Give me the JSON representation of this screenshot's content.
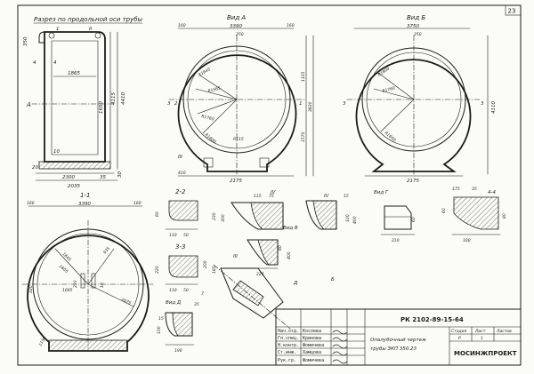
{
  "sheet": {
    "page_number": "23"
  },
  "views": {
    "pipe_section": {
      "title": "Разрез по продольной оси трубы",
      "labels": {
        "top_left": "350",
        "top_right": "1",
        "roman2": "II",
        "dim_1865": "1865",
        "dim_2300": "2300",
        "dim_2035": "2035",
        "dim_1650": "1650",
        "dim_4115": "4115",
        "dim_4410": "4410",
        "dim_10": "10",
        "dim_20": "20",
        "dim_4": "4",
        "dim_35": "35",
        "dim_30": "30",
        "mark_A": "A"
      }
    },
    "view_A": {
      "title": "Вид А",
      "labels": {
        "d3390": "3390",
        "d160l": "160",
        "d160r": "160",
        "d250": "250",
        "r1645": "R1645",
        "r1565": "R1565",
        "r1760": "R1760",
        "r1600": "R1600",
        "r115": "R115",
        "d410": "410",
        "d2175": "2175",
        "d1570": "1570",
        "d1105": "1105",
        "d3620": "3620",
        "mark_3": "3",
        "mark_2": "2",
        "mark_III": "III",
        "mark_1": "1"
      }
    },
    "view_B": {
      "title": "Вид Б",
      "labels": {
        "d3750": "3750",
        "d250": "250",
        "r1800": "R1800",
        "r1760": "R1760",
        "r1650": "R1650",
        "d2175": "2175",
        "d4110": "4110",
        "mark_3l": "3",
        "mark_3r": "3"
      }
    },
    "section_1_1": {
      "title": "1-1",
      "labels": {
        "d3390": "3390",
        "d160l": "160",
        "d160r": "160",
        "d1645": "1645",
        "d1605": "1605",
        "d935": "935",
        "d1695": "1695",
        "d2075": "2075",
        "d210": "210",
        "d320": "320",
        "d10": "10",
        "d1150": "1150"
      }
    },
    "section_2_2": {
      "title": "2-2",
      "labels": {
        "d110": "110",
        "d50": "50",
        "d230": "230",
        "d60": "60",
        "d300": "300",
        "d115": "115",
        "d75": "75",
        "mark_IV": "IV"
      }
    },
    "section_3_3": {
      "title": "3-3",
      "labels": {
        "d110": "110",
        "d50": "50",
        "d220": "220",
        "d200": "200",
        "d185": "185"
      }
    },
    "view_V": {
      "title": "Вид В",
      "labels": {
        "d60": "60",
        "d400": "400",
        "d225": "225",
        "mark_III": "III",
        "mark_B": "Б"
      }
    },
    "view_G": {
      "title": "Вид Г",
      "labels": {
        "d175": "175",
        "d35": "35",
        "d210": "210",
        "d100": "100",
        "d400": "400",
        "d60": "60",
        "d15": "15",
        "mark_IV": "IV"
      }
    },
    "section_4_4": {
      "title": "4-4",
      "labels": {
        "d100": "100",
        "d60": "60",
        "d80": "80"
      }
    },
    "view_D": {
      "title": "Вид Д",
      "labels": {
        "d15": "15",
        "d100": "100",
        "d190": "190",
        "d35": "35",
        "d7": "7",
        "mark_D": "Д"
      }
    }
  },
  "title_block": {
    "code": "РК 2102-89-15-64",
    "drawing_title_line1": "Опалубочный чертеж",
    "drawing_title_line2": "трубы ЗКП 350.23",
    "organization": "МОСИНЖПРОЕКТ",
    "stage_header": "Стадия",
    "sheet_header": "Лист",
    "sheets_header": "Листов",
    "stage_value": "Р",
    "sheet_value": "1",
    "rows": [
      {
        "role": "Нач.отд.",
        "name": "Косоева"
      },
      {
        "role": "Гл.спец.",
        "name": "Кринова"
      },
      {
        "role": "Н.контр.",
        "name": "Фомичева"
      },
      {
        "role": "Ст.инж.",
        "name": "Хамцова"
      },
      {
        "role": "Рук.гр.",
        "name": "Фомичева"
      }
    ]
  }
}
